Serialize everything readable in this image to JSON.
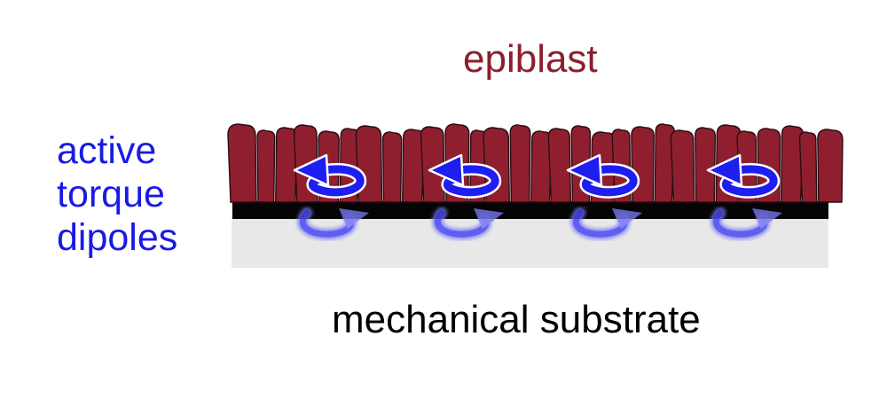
{
  "labels": {
    "epiblast": "epiblast",
    "torque_line1": "active",
    "torque_line2": "torque",
    "torque_line3": "dipoles",
    "substrate": "mechanical substrate"
  },
  "colors": {
    "epiblast_cells": "#8f1f2f",
    "cell_border": "#2a0d12",
    "torque_text": "#1a1ae6",
    "arrow_blue": "#1e1ef0",
    "arrow_faded": "#7a7af5",
    "interface_layer": "#050505",
    "substrate_fill": "#e8e8e8",
    "substrate_text": "#000000",
    "epiblast_text": "#8c1f2e"
  },
  "icons": {
    "upper_arrow": "counterclockwise-curved-arrow-icon",
    "lower_arrow": "clockwise-curved-arrow-icon"
  },
  "dipole_count": 4
}
